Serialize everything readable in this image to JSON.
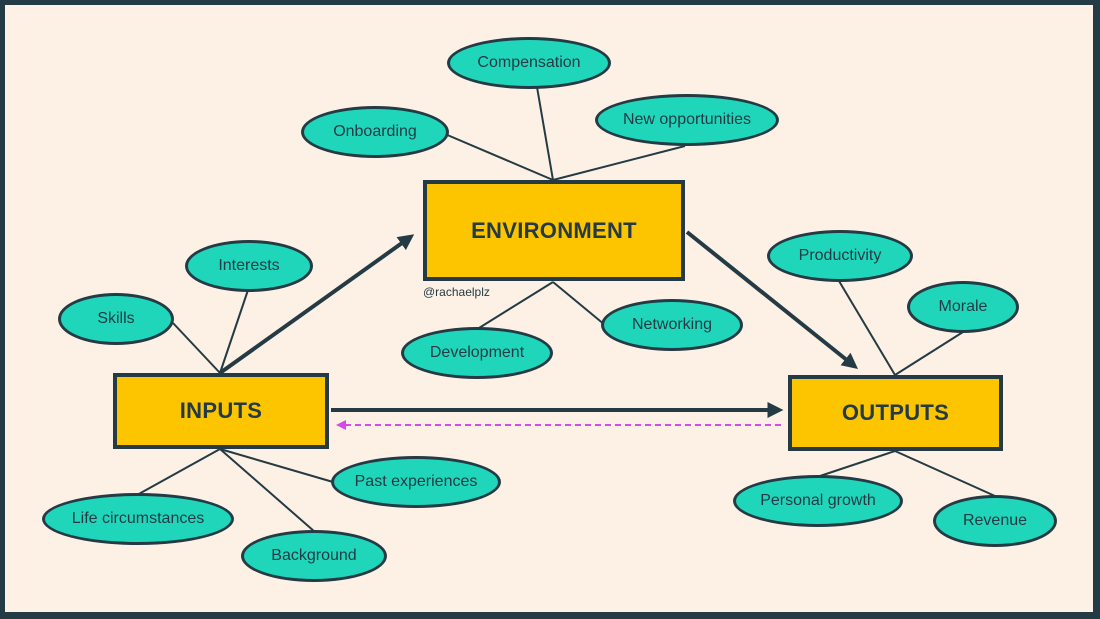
{
  "colors": {
    "frame": "#243a44",
    "background": "#fcf1e4",
    "box_fill": "#fcc500",
    "oval_fill": "#1fd6bb",
    "feedback_arrow": "#d44bea"
  },
  "boxes": {
    "environment": "ENVIRONMENT",
    "inputs": "INPUTS",
    "outputs": "OUTPUTS"
  },
  "credit": "@rachaelplz",
  "environment_factors": {
    "compensation": "Compensation",
    "onboarding": "Onboarding",
    "new_opportunities": "New opportunities",
    "development": "Development",
    "networking": "Networking"
  },
  "input_factors": {
    "interests": "Interests",
    "skills": "Skills",
    "past_experiences": "Past experiences",
    "life_circumstances": "Life circumstances",
    "background": "Background"
  },
  "output_factors": {
    "productivity": "Productivity",
    "morale": "Morale",
    "personal_growth": "Personal growth",
    "revenue": "Revenue"
  },
  "flows": [
    {
      "from": "INPUTS",
      "to": "ENVIRONMENT"
    },
    {
      "from": "ENVIRONMENT",
      "to": "OUTPUTS"
    },
    {
      "from": "INPUTS",
      "to": "OUTPUTS"
    },
    {
      "from": "OUTPUTS",
      "to": "INPUTS",
      "style": "dashed"
    }
  ]
}
